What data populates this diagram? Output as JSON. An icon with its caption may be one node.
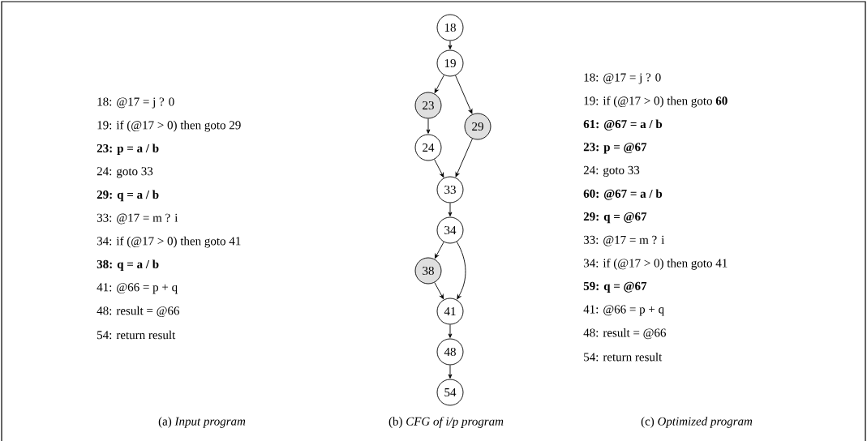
{
  "diagram": {
    "nodes": [
      {
        "text": [
          "18"
        ]
      },
      {
        "text": [
          "19"
        ]
      },
      {
        "text": [
          "23"
        ]
      },
      {
        "text": [
          "29"
        ]
      },
      {
        "text": [
          "24"
        ]
      },
      {
        "text": [
          "33"
        ]
      },
      {
        "text": [
          "34"
        ]
      },
      {
        "text": [
          "38"
        ]
      },
      {
        "text": [
          "41"
        ]
      },
      {
        "text": [
          "48"
        ]
      },
      {
        "text": [
          "54"
        ]
      }
    ],
    "edges": [
      {
        "from": 0,
        "to": 1,
        "arrow": "to"
      },
      {
        "from": 1,
        "to": 2,
        "arrow": "to"
      },
      {
        "from": 1,
        "to": 3,
        "arrow": "to"
      },
      {
        "from": 2,
        "to": 4,
        "arrow": "to"
      },
      {
        "from": 4,
        "to": 5,
        "arrow": "to"
      },
      {
        "from": 3,
        "to": 5,
        "arrow": "to"
      },
      {
        "from": 5,
        "to": 6,
        "arrow": "to"
      },
      {
        "from": 6,
        "to": 7,
        "arrow": "to"
      },
      {
        "from": 6,
        "to": 8,
        "arrow": "to"
      },
      {
        "from": 7,
        "to": 8,
        "arrow": "to"
      },
      {
        "from": 8,
        "to": 9,
        "arrow": "to"
      },
      {
        "from": 9,
        "to": 10,
        "arrow": "to"
      }
    ],
    "labels": [
      "18: @17 = j ? 0",
      "19: if (@17 > 0) then goto 29",
      "**23: p = a / b**",
      "24: goto 33",
      "**29: q = a / b**",
      "33: @17 = m ? i",
      "34: if (@17 > 0) then goto 41",
      "**38: q = a / b**",
      "41: @66 = p + q",
      "48: result = @66",
      "54: return result",
      "18: @17 = j ? 0",
      "19: if (@17 > 0) then goto **60**",
      "**61: @67 = a / b**",
      "**23: p = @67**",
      "24: goto 33",
      "**60: @67 = a / b**",
      "**29: q = @67**",
      "33: @17 = m ? i",
      "34: if (@17 > 0) then goto 41",
      "**59: q = @67**",
      "41: @66 = p + q",
      "48: result = @66",
      "54: return result",
      "(a) *Input program*",
      "(b) *CFG of i/p program*",
      "(c) *Optimized program*"
    ]
  }
}
